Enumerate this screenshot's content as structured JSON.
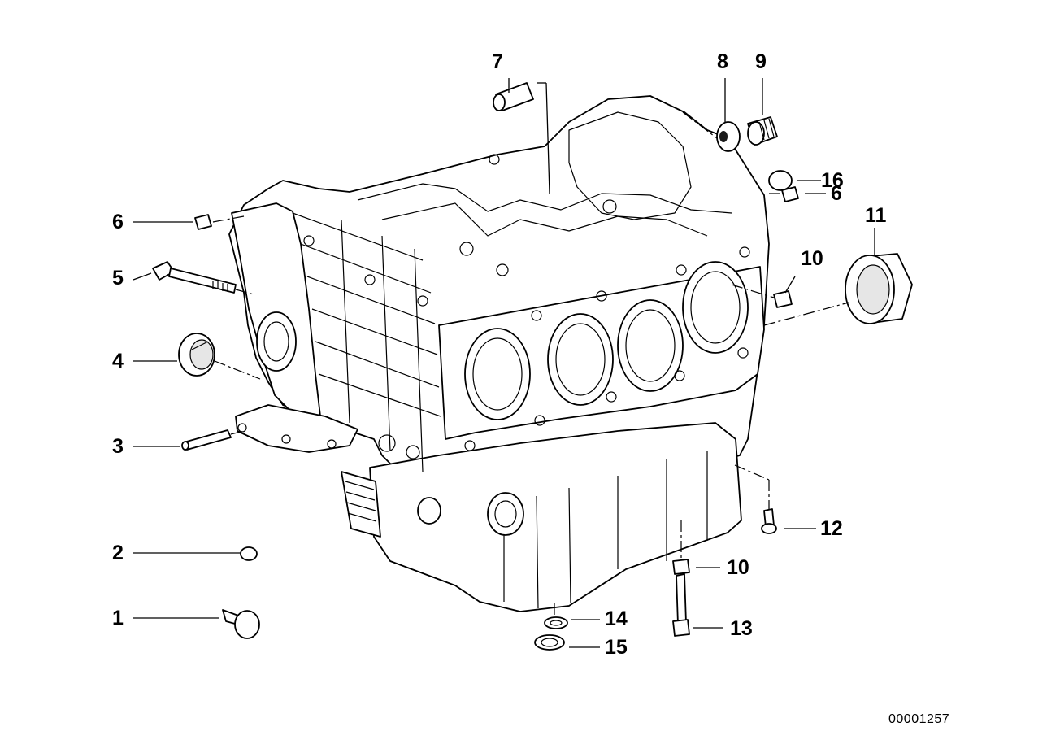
{
  "diagram": {
    "reference_code": "00001257",
    "callouts": [
      {
        "id": "c1",
        "label": "1"
      },
      {
        "id": "c2",
        "label": "2"
      },
      {
        "id": "c3",
        "label": "3"
      },
      {
        "id": "c4",
        "label": "4"
      },
      {
        "id": "c5",
        "label": "5"
      },
      {
        "id": "c6a",
        "label": "6"
      },
      {
        "id": "c6b",
        "label": "6"
      },
      {
        "id": "c7",
        "label": "7"
      },
      {
        "id": "c8",
        "label": "8"
      },
      {
        "id": "c9",
        "label": "9"
      },
      {
        "id": "c10a",
        "label": "10"
      },
      {
        "id": "c10b",
        "label": "10"
      },
      {
        "id": "c11",
        "label": "11"
      },
      {
        "id": "c12",
        "label": "12"
      },
      {
        "id": "c13",
        "label": "13"
      },
      {
        "id": "c14",
        "label": "14"
      },
      {
        "id": "c15",
        "label": "15"
      },
      {
        "id": "c16",
        "label": "16"
      }
    ]
  }
}
